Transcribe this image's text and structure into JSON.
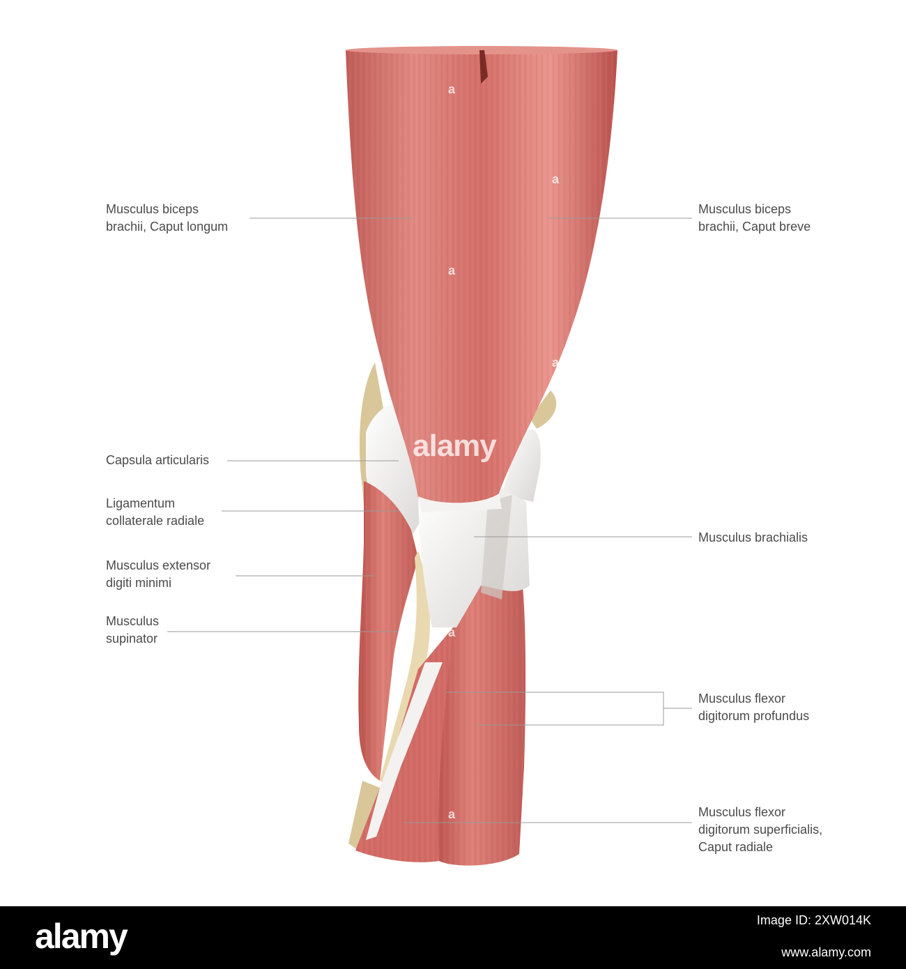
{
  "labels": {
    "biceps_long": [
      "Musculus biceps",
      "brachii, Caput longum"
    ],
    "biceps_short": [
      "Musculus biceps",
      "brachii, Caput breve"
    ],
    "capsula": [
      "Capsula articularis"
    ],
    "ligamentum": [
      "Ligamentum",
      "collaterale radiale"
    ],
    "extensor": [
      "Musculus extensor",
      "digiti minimi"
    ],
    "supinator": [
      "Musculus",
      "supinator"
    ],
    "brachialis": [
      "Musculus brachialis"
    ],
    "flexor_profundus": [
      "Musculus flexor",
      "digitorum profundus"
    ],
    "flexor_superficialis": [
      "Musculus flexor",
      "digitorum superficialis,",
      "Caput radiale"
    ]
  },
  "watermark": {
    "text": "alamy",
    "glyph": "a"
  },
  "footer": {
    "logo": "alamy",
    "image_id_label": "Image ID: 2XW014K",
    "url": "www.alamy.com"
  },
  "colors": {
    "muscle": "#d9756f",
    "muscle_dark": "#b9504c",
    "tendon": "#f2f1ef",
    "bone": "#d9c79a",
    "leader": "#9a9a9a",
    "label_text": "#4a4a4a"
  }
}
